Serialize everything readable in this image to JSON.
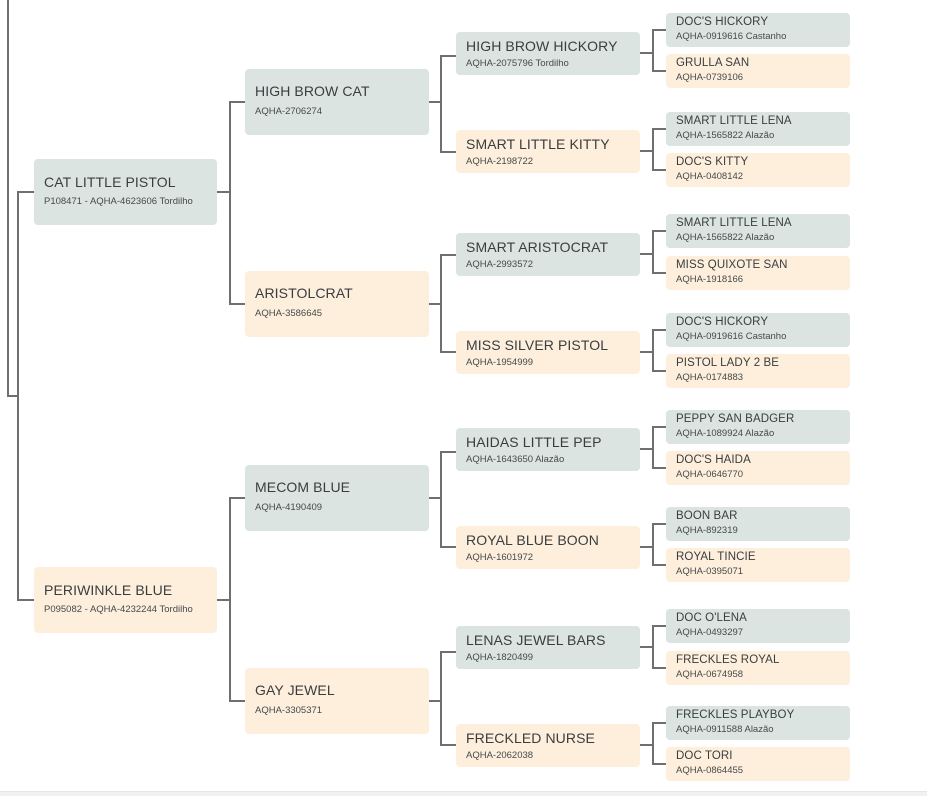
{
  "pedigree": {
    "sire": {
      "name": "CAT LITTLE PISTOL",
      "reg": "P108471 - AQHA-4623606 Tordilho",
      "sex": "male"
    },
    "dam": {
      "name": "PERIWINKLE BLUE",
      "reg": "P095082 - AQHA-4232244 Tordilho",
      "sex": "female"
    },
    "gen2": [
      {
        "name": "HIGH BROW CAT",
        "reg": "AQHA-2706274",
        "sex": "male"
      },
      {
        "name": "ARISTOLCRAT",
        "reg": "AQHA-3586645",
        "sex": "female"
      },
      {
        "name": "MECOM BLUE",
        "reg": "AQHA-4190409",
        "sex": "male"
      },
      {
        "name": "GAY JEWEL",
        "reg": "AQHA-3305371",
        "sex": "female"
      }
    ],
    "gen3": [
      {
        "name": "HIGH BROW HICKORY",
        "reg": "AQHA-2075796 Tordilho",
        "sex": "male"
      },
      {
        "name": "SMART LITTLE KITTY",
        "reg": "AQHA-2198722",
        "sex": "female"
      },
      {
        "name": "SMART ARISTOCRAT",
        "reg": "AQHA-2993572",
        "sex": "male"
      },
      {
        "name": "MISS SILVER PISTOL",
        "reg": "AQHA-1954999",
        "sex": "female"
      },
      {
        "name": "HAIDAS LITTLE PEP",
        "reg": "AQHA-1643650 Alazão",
        "sex": "male"
      },
      {
        "name": "ROYAL BLUE BOON",
        "reg": "AQHA-1601972",
        "sex": "female"
      },
      {
        "name": "LENAS JEWEL BARS",
        "reg": "AQHA-1820499",
        "sex": "male"
      },
      {
        "name": "FRECKLED NURSE",
        "reg": "AQHA-2062038",
        "sex": "female"
      }
    ],
    "gen4": [
      {
        "name": "DOC'S HICKORY",
        "reg": "AQHA-0919616 Castanho",
        "sex": "male"
      },
      {
        "name": "GRULLA SAN",
        "reg": "AQHA-0739106",
        "sex": "female"
      },
      {
        "name": "SMART LITTLE LENA",
        "reg": "AQHA-1565822 Alazão",
        "sex": "male"
      },
      {
        "name": "DOC'S KITTY",
        "reg": "AQHA-0408142",
        "sex": "female"
      },
      {
        "name": "SMART LITTLE LENA",
        "reg": "AQHA-1565822 Alazão",
        "sex": "male"
      },
      {
        "name": "MISS QUIXOTE SAN",
        "reg": "AQHA-1918166",
        "sex": "female"
      },
      {
        "name": "DOC'S HICKORY",
        "reg": "AQHA-0919616 Castanho",
        "sex": "male"
      },
      {
        "name": "PISTOL LADY 2 BE",
        "reg": "AQHA-0174883",
        "sex": "female"
      },
      {
        "name": "PEPPY SAN BADGER",
        "reg": "AQHA-1089924 Alazão",
        "sex": "male"
      },
      {
        "name": "DOC'S HAIDA",
        "reg": "AQHA-0646770",
        "sex": "female"
      },
      {
        "name": "BOON BAR",
        "reg": "AQHA-892319",
        "sex": "male"
      },
      {
        "name": "ROYAL TINCIE",
        "reg": "AQHA-0395071",
        "sex": "female"
      },
      {
        "name": "DOC O'LENA",
        "reg": "AQHA-0493297",
        "sex": "male"
      },
      {
        "name": "FRECKLES ROYAL",
        "reg": "AQHA-0674958",
        "sex": "female"
      },
      {
        "name": "FRECKLES PLAYBOY",
        "reg": "AQHA-0911588 Alazão",
        "sex": "male"
      },
      {
        "name": "DOC TORI",
        "reg": "AQHA-0864455",
        "sex": "female"
      }
    ]
  },
  "colors": {
    "male_box": "#dbe4e0",
    "female_box": "#fdefdc",
    "connector": "#6f6f6f"
  }
}
